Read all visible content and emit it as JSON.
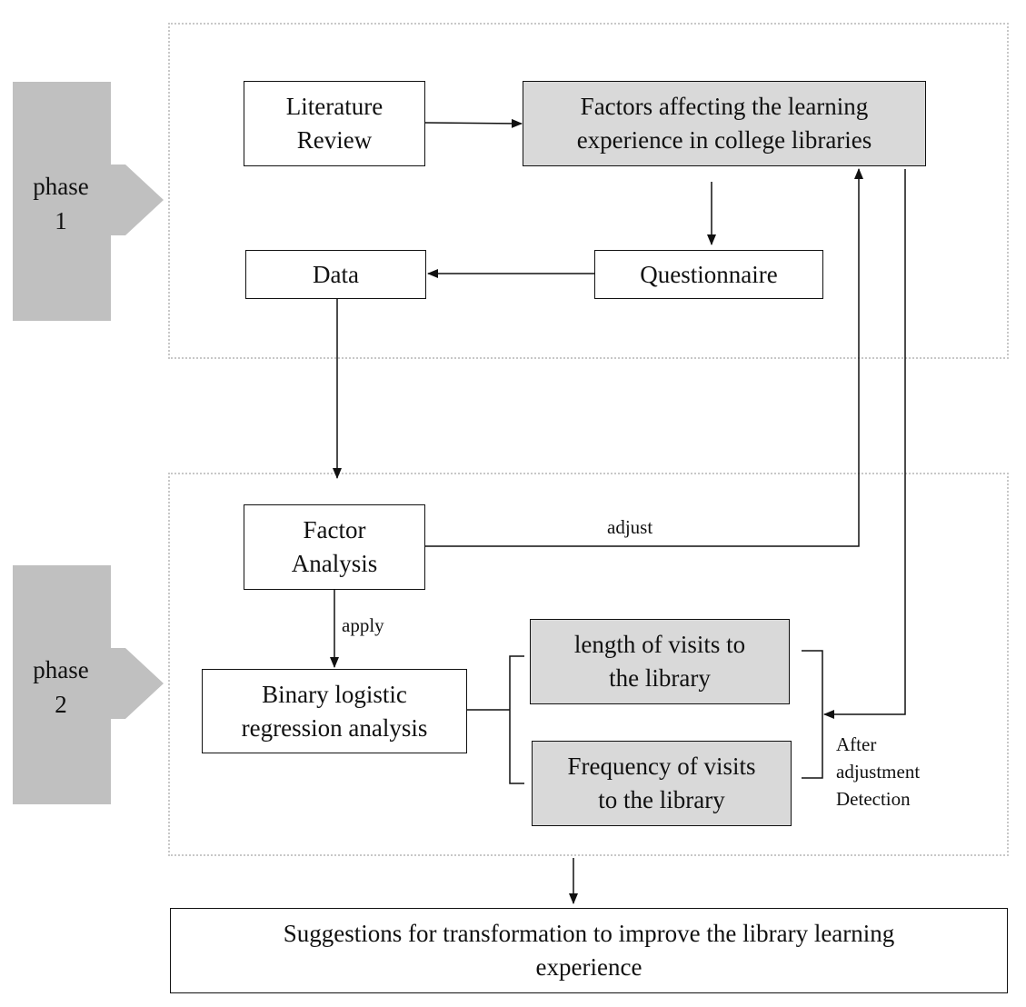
{
  "phases": [
    {
      "label": "phase\n1"
    },
    {
      "label": "phase\n2"
    }
  ],
  "nodes": {
    "literature_review": "Literature\nReview",
    "factors": "Factors affecting the learning\nexperience in college libraries",
    "questionnaire": "Questionnaire",
    "data": "Data",
    "factor_analysis": "Factor\nAnalysis",
    "binary_logistic": "Binary logistic\nregression analysis",
    "length_of_visits": "length of visits to\nthe library",
    "frequency_of_visits": "Frequency of visits\nto the library",
    "suggestions": "Suggestions for transformation to improve the library learning\nexperience"
  },
  "edge_labels": {
    "adjust": "adjust",
    "apply": "apply",
    "after_adjustment": "After\nadjustment\nDetection"
  },
  "colors": {
    "shaded_fill": "#d9d9d9",
    "phase_arrow": "#c0c0c0",
    "dotted_border": "#c8c8c8"
  }
}
